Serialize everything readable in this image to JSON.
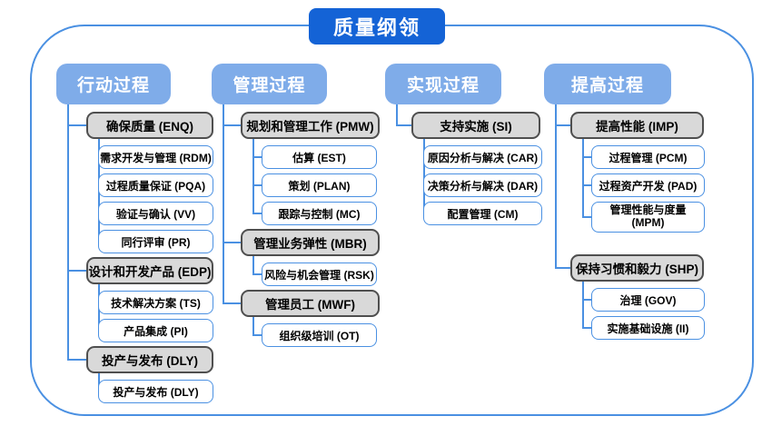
{
  "title": "质量纲领",
  "colors": {
    "title_bg": "#1463D6",
    "header_bg": "#7FACE9",
    "group_bg": "#D9D9D9",
    "group_border": "#4F4F4F",
    "item_border": "#4A90E2",
    "line": "#4A90E2"
  },
  "columns": [
    {
      "header": "行动过程",
      "groups": [
        {
          "label": "确保质量 (ENQ)",
          "children": [
            "需求开发与管理 (RDM)",
            "过程质量保证 (PQA)",
            "验证与确认 (VV)",
            "同行评审 (PR)"
          ]
        },
        {
          "label": "设计和开发产品 (EDP)",
          "children": [
            "技术解决方案 (TS)",
            "产品集成 (PI)"
          ]
        },
        {
          "label": "投产与发布 (DLY)",
          "children": [
            "投产与发布 (DLY)"
          ]
        }
      ]
    },
    {
      "header": "管理过程",
      "groups": [
        {
          "label": "规划和管理工作 (PMW)",
          "children": [
            "估算 (EST)",
            "策划 (PLAN)",
            "跟踪与控制 (MC)"
          ]
        },
        {
          "label": "管理业务弹性 (MBR)",
          "children": [
            "风险与机会管理 (RSK)"
          ]
        },
        {
          "label": "管理员工 (MWF)",
          "children": [
            "组织级培训 (OT)"
          ]
        }
      ]
    },
    {
      "header": "实现过程",
      "groups": [
        {
          "label": "支持实施 (SI)",
          "children": [
            "原因分析与解决 (CAR)",
            "决策分析与解决 (DAR)",
            "配置管理 (CM)"
          ]
        }
      ]
    },
    {
      "header": "提高过程",
      "groups": [
        {
          "label": "提高性能 (IMP)",
          "children": [
            "过程管理 (PCM)",
            "过程资产开发 (PAD)",
            "管理性能与度量 (MPM)"
          ]
        },
        {
          "label": "保持习惯和毅力 (SHP)",
          "children": [
            "治理 (GOV)",
            "实施基础设施 (II)"
          ]
        }
      ]
    }
  ]
}
